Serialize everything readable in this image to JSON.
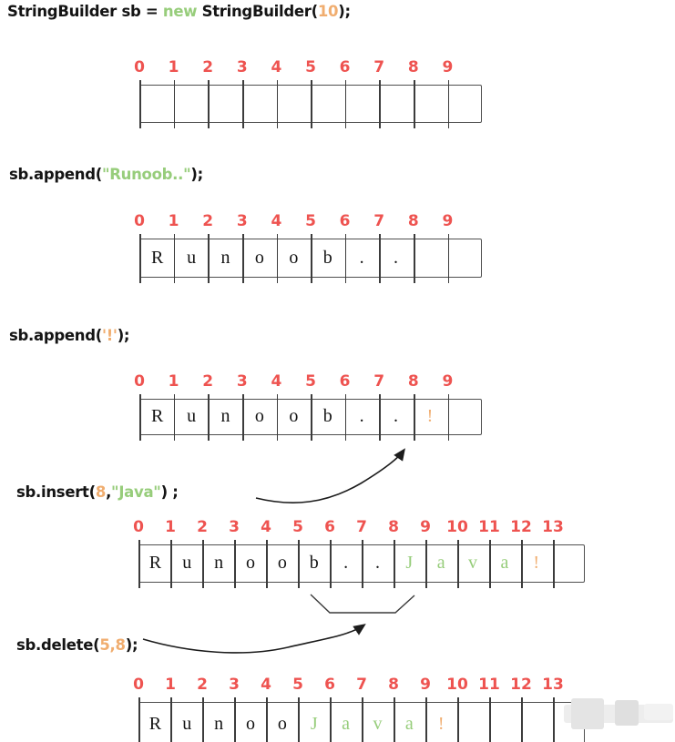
{
  "palette": {
    "red": "#ee5350",
    "green": "#97cd7b",
    "orange": "#f0ad6f",
    "ink": "#141414",
    "line": "#222222"
  },
  "code_lines": [
    {
      "name": "declare-stringbuilder",
      "segments": [
        {
          "text": "StringBuilder sb = ",
          "color": "ink"
        },
        {
          "text": "new",
          "color": "green"
        },
        {
          "text": " StringBuilder(",
          "color": "ink"
        },
        {
          "text": "10",
          "color": "orange"
        },
        {
          "text": ");",
          "color": "ink"
        }
      ]
    },
    {
      "name": "append-runoob",
      "segments": [
        {
          "text": "sb.append(",
          "color": "ink"
        },
        {
          "text": "\"Runoob..\"",
          "color": "green"
        },
        {
          "text": ");",
          "color": "ink"
        }
      ]
    },
    {
      "name": "append-exclamation",
      "segments": [
        {
          "text": "sb.append(",
          "color": "ink"
        },
        {
          "text": "'!'",
          "color": "orange"
        },
        {
          "text": ");",
          "color": "ink"
        }
      ]
    },
    {
      "name": "insert-java",
      "segments": [
        {
          "text": "sb.insert(",
          "color": "ink"
        },
        {
          "text": "8",
          "color": "orange"
        },
        {
          "text": ",",
          "color": "ink"
        },
        {
          "text": "\"Java\"",
          "color": "green"
        },
        {
          "text": ") ;",
          "color": "ink"
        }
      ]
    },
    {
      "name": "delete-5-8",
      "segments": [
        {
          "text": "sb.delete(",
          "color": "ink"
        },
        {
          "text": "5,8",
          "color": "orange"
        },
        {
          "text": ");",
          "color": "ink"
        }
      ]
    }
  ],
  "arrays": [
    {
      "name": "capacity-10-empty",
      "labels": [
        "0",
        "1",
        "2",
        "3",
        "4",
        "5",
        "6",
        "7",
        "8",
        "9"
      ],
      "cells": [
        {
          "char": ""
        },
        {
          "char": ""
        },
        {
          "char": ""
        },
        {
          "char": ""
        },
        {
          "char": ""
        },
        {
          "char": ""
        },
        {
          "char": ""
        },
        {
          "char": ""
        },
        {
          "char": ""
        },
        {
          "char": ""
        }
      ]
    },
    {
      "name": "after-append-runoob",
      "labels": [
        "0",
        "1",
        "2",
        "3",
        "4",
        "5",
        "6",
        "7",
        "8",
        "9"
      ],
      "cells": [
        {
          "char": "R"
        },
        {
          "char": "u"
        },
        {
          "char": "n"
        },
        {
          "char": "o"
        },
        {
          "char": "o"
        },
        {
          "char": "b"
        },
        {
          "char": "."
        },
        {
          "char": "."
        },
        {
          "char": ""
        },
        {
          "char": ""
        }
      ]
    },
    {
      "name": "after-append-exclamation",
      "labels": [
        "0",
        "1",
        "2",
        "3",
        "4",
        "5",
        "6",
        "7",
        "8",
        "9"
      ],
      "cells": [
        {
          "char": "R"
        },
        {
          "char": "u"
        },
        {
          "char": "n"
        },
        {
          "char": "o"
        },
        {
          "char": "o"
        },
        {
          "char": "b"
        },
        {
          "char": "."
        },
        {
          "char": "."
        },
        {
          "char": "!",
          "color": "orange"
        },
        {
          "char": ""
        }
      ]
    },
    {
      "name": "after-insert-java",
      "labels": [
        "0",
        "1",
        "2",
        "3",
        "4",
        "5",
        "6",
        "7",
        "8",
        "9",
        "10",
        "11",
        "12",
        "13"
      ],
      "cells": [
        {
          "char": "R"
        },
        {
          "char": "u"
        },
        {
          "char": "n"
        },
        {
          "char": "o"
        },
        {
          "char": "o"
        },
        {
          "char": "b"
        },
        {
          "char": "."
        },
        {
          "char": "."
        },
        {
          "char": "J",
          "color": "green"
        },
        {
          "char": "a",
          "color": "green"
        },
        {
          "char": "v",
          "color": "green"
        },
        {
          "char": "a",
          "color": "green"
        },
        {
          "char": "!",
          "color": "orange"
        },
        {
          "char": ""
        }
      ]
    },
    {
      "name": "after-delete-5-8",
      "labels": [
        "0",
        "1",
        "2",
        "3",
        "4",
        "5",
        "6",
        "7",
        "8",
        "9",
        "10",
        "11",
        "12",
        "13"
      ],
      "cells": [
        {
          "char": "R"
        },
        {
          "char": "u"
        },
        {
          "char": "n"
        },
        {
          "char": "o"
        },
        {
          "char": "o"
        },
        {
          "char": "J",
          "color": "green"
        },
        {
          "char": "a",
          "color": "green"
        },
        {
          "char": "v",
          "color": "green"
        },
        {
          "char": "a",
          "color": "green"
        },
        {
          "char": "!",
          "color": "orange"
        },
        {
          "char": ""
        },
        {
          "char": ""
        },
        {
          "char": ""
        },
        {
          "char": ""
        }
      ]
    }
  ]
}
